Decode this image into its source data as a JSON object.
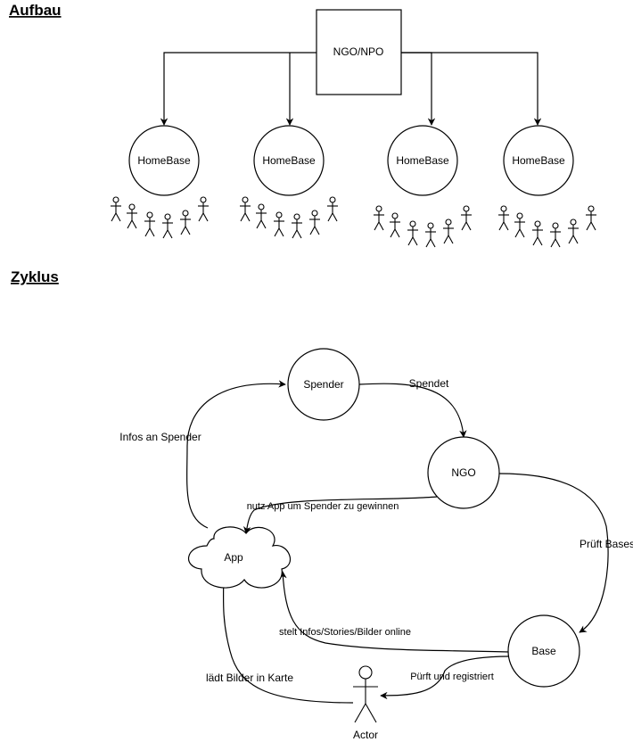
{
  "sections": {
    "aufbau": "Aufbau",
    "zyklus": "Zyklus"
  },
  "aufbau": {
    "root": "NGO/NPO",
    "bases": [
      "HomeBase",
      "HomeBase",
      "HomeBase",
      "HomeBase"
    ],
    "people_per_base": 6
  },
  "zyklus": {
    "nodes": {
      "spender": "Spender",
      "ngo": "NGO",
      "app": "App",
      "base": "Base",
      "actor": "Actor"
    },
    "edges": {
      "spendet": "Spendet",
      "infos_an_spender": "Infos an Spender",
      "nutz_app": "nutz App um Spender zu gewinnen",
      "prueft_bases": "Prüft Bases",
      "stellt_infos": "stelt Infos/Stories/Bilder online",
      "puerft_registriert": "Pürft und registriert",
      "laedt_bilder": "lädt Bilder in Karte"
    }
  }
}
